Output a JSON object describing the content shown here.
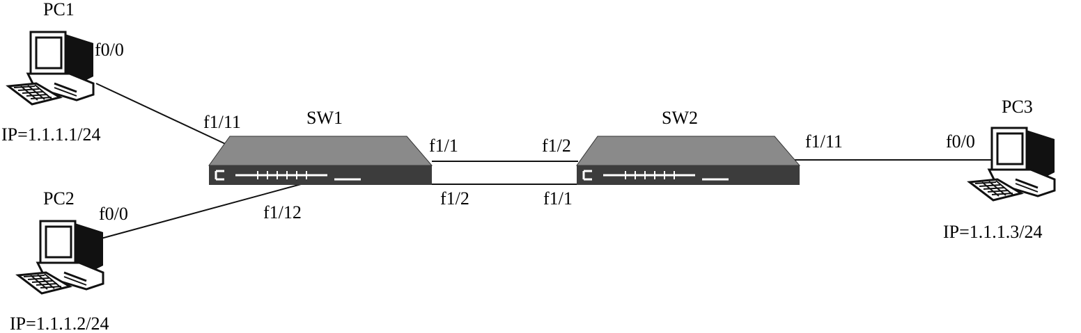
{
  "colors": {
    "line": "#111111",
    "switch_top": "#8a8a8a",
    "switch_front": "#3c3c3c",
    "port": "#ffffff",
    "pc_body": "#ffffff",
    "pc_shadow": "#111111"
  },
  "icons": {
    "pc": "desktop-computer-icon",
    "switch": "network-switch-icon"
  },
  "devices": {
    "pc1": {
      "name": "PC1",
      "port": "f0/0",
      "ip": "IP=1.1.1.1/24"
    },
    "pc2": {
      "name": "PC2",
      "port": "f0/0",
      "ip": "IP=1.1.1.2/24"
    },
    "pc3": {
      "name": "PC3",
      "port": "f0/0",
      "ip": "IP=1.1.1.3/24"
    },
    "sw1": {
      "name": "SW1",
      "port_to_pc1": "f1/11",
      "port_to_pc2": "f1/12",
      "port_upper": "f1/1",
      "port_lower": "f1/2"
    },
    "sw2": {
      "name": "SW2",
      "port_to_pc3": "f1/11",
      "port_upper": "f1/2",
      "port_lower": "f1/1"
    }
  }
}
